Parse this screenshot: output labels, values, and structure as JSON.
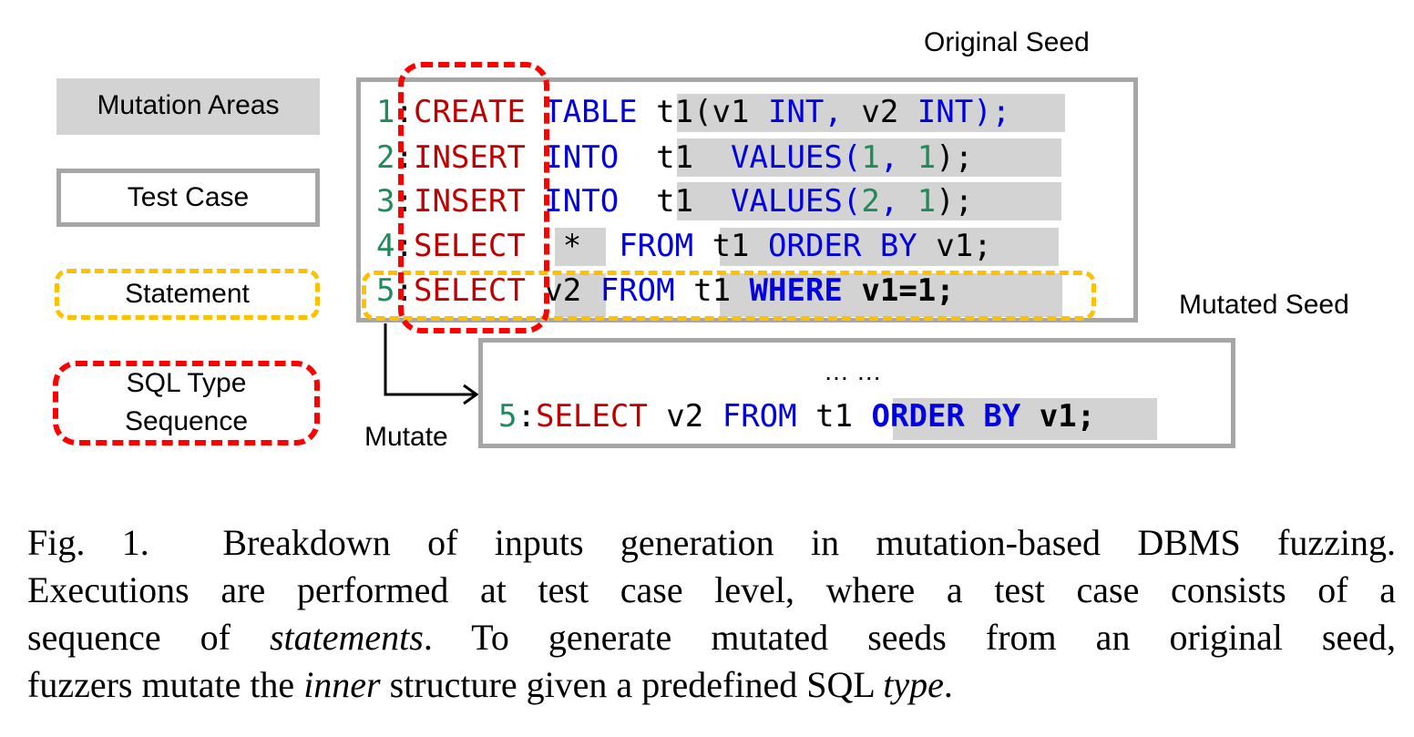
{
  "legend": {
    "mutation_areas": "Mutation Areas",
    "test_case": "Test Case",
    "statement": "Statement",
    "sql_type_line1": "SQL Type",
    "sql_type_line2": "Sequence"
  },
  "labels": {
    "original_seed": "Original Seed",
    "mutated_seed": "Mutated Seed",
    "mutate": "Mutate"
  },
  "original_seed": {
    "lines": [
      {
        "num": "1",
        "type": "CREATE",
        "rest": [
          "TABLE",
          "t1(v1",
          "INT,",
          "v2",
          "INT);"
        ]
      },
      {
        "num": "2",
        "type": "INSERT",
        "rest": [
          "INTO",
          "t1",
          "VALUES(",
          "1",
          ", ",
          "1",
          ");"
        ]
      },
      {
        "num": "3",
        "type": "INSERT",
        "rest": [
          "INTO",
          "t1",
          "VALUES(",
          "2",
          ", ",
          "1",
          ");"
        ]
      },
      {
        "num": "4",
        "type": "SELECT",
        "rest": [
          "*",
          "FROM",
          "t1",
          "ORDER BY",
          "v1;"
        ]
      },
      {
        "num": "5",
        "type": "SELECT",
        "rest": [
          "v2",
          "FROM",
          "t1",
          "WHERE",
          "v1=1;"
        ]
      }
    ]
  },
  "mutated_seed": {
    "ellipsis": "… …",
    "num": "5",
    "type": "SELECT",
    "v2": "v2",
    "from": "FROM",
    "t1": "t1",
    "order_by": "ORDER BY",
    "v1": "v1;"
  },
  "colors": {
    "line_number": "#1f8a5a",
    "sql_type": "#c00000",
    "keyword": "#0000e0",
    "mutation_area": "#d3d3d3",
    "test_case_border": "#a6a6a6",
    "statement_border": "#ffc000",
    "sql_type_border": "#ff0000"
  },
  "caption": {
    "prefix": "Fig. 1.",
    "line1": "Breakdown of inputs generation in mutation-based DBMS fuzzing.",
    "line2": "Executions are performed at test case level, where a test case consists of a",
    "line3a": "sequence of ",
    "line3_em": "statements",
    "line3b": ". To generate mutated seeds from an original seed,",
    "line4a": "fuzzers mutate the ",
    "line4_em": "inner",
    "line4b": " structure given a predefined SQL ",
    "line4_em2": "type",
    "line4c": "."
  }
}
